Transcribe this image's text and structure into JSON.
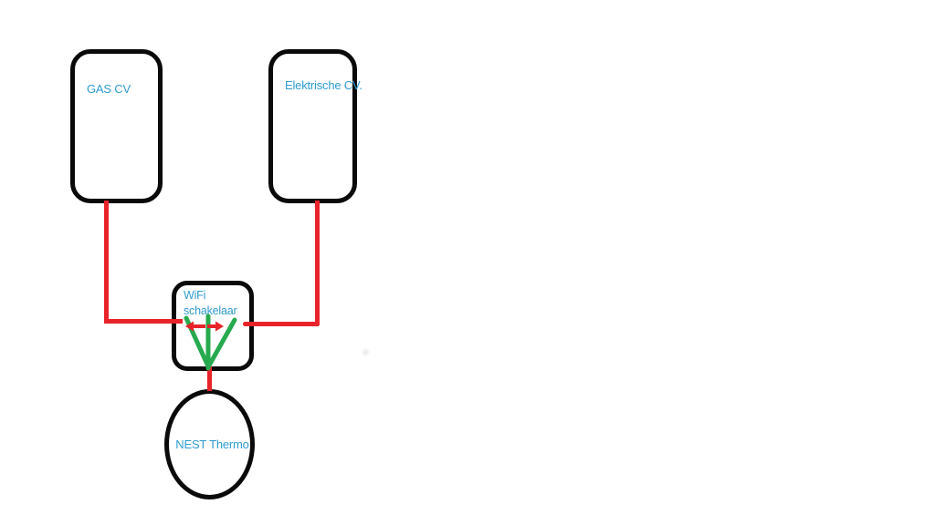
{
  "diagram": {
    "nodes": {
      "gas_cv": {
        "label": "GAS CV",
        "shape": "rounded-rect"
      },
      "elektrische_cv": {
        "label": "Elektrische CV.",
        "shape": "rounded-rect"
      },
      "wifi_schakelaar": {
        "label": "WiFi schakelaar",
        "shape": "rounded-rect"
      },
      "nest_thermo": {
        "label": "NEST Thermo",
        "shape": "ellipse"
      }
    },
    "edges": [
      {
        "from": "gas_cv",
        "to": "wifi_schakelaar",
        "style": "red-elbow-line"
      },
      {
        "from": "elektrische_cv",
        "to": "wifi_schakelaar",
        "style": "red-elbow-line"
      },
      {
        "from": "wifi_schakelaar",
        "to": "nest_thermo",
        "style": "red-straight-line"
      }
    ],
    "switch_glyph": {
      "fan_lines": 3,
      "arrows": [
        "left",
        "right"
      ]
    }
  },
  "colors": {
    "background": "#FFFFFF",
    "shape_outline": "#0A0A0A",
    "connector_red": "#E8232A",
    "switch_green": "#27AA4F",
    "label_blue": "#2E9CCF"
  }
}
